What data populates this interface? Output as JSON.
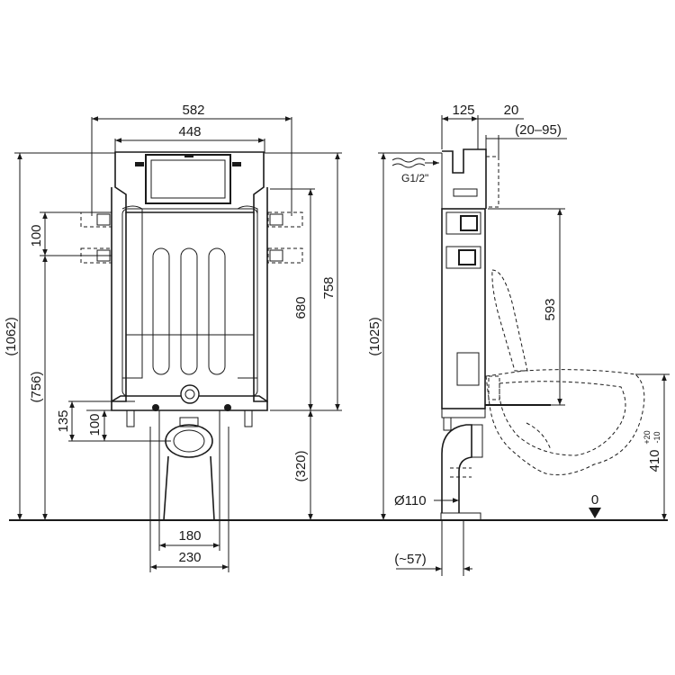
{
  "front_view": {
    "top_width_outer": "582",
    "top_width_inner": "448",
    "height_total": "(1062)",
    "height_756": "(756)",
    "spacing_100_left": "100",
    "height_680": "680",
    "height_758": "758",
    "height_320": "(320)",
    "height_135": "135",
    "height_100_bottom": "100",
    "bottom_width_180": "180",
    "bottom_width_230": "230"
  },
  "side_view": {
    "depth_125": "125",
    "depth_20": "20",
    "range_20_95": "(20–95)",
    "inlet_label": "G1/2\"",
    "height_1025": "(1025)",
    "height_593": "593",
    "pipe_diameter": "Ø110",
    "offset_57": "(~57)",
    "floor_level": "0",
    "bowl_height_main": "410",
    "bowl_height_tol_plus": "+20",
    "bowl_height_tol_minus": "-10"
  }
}
